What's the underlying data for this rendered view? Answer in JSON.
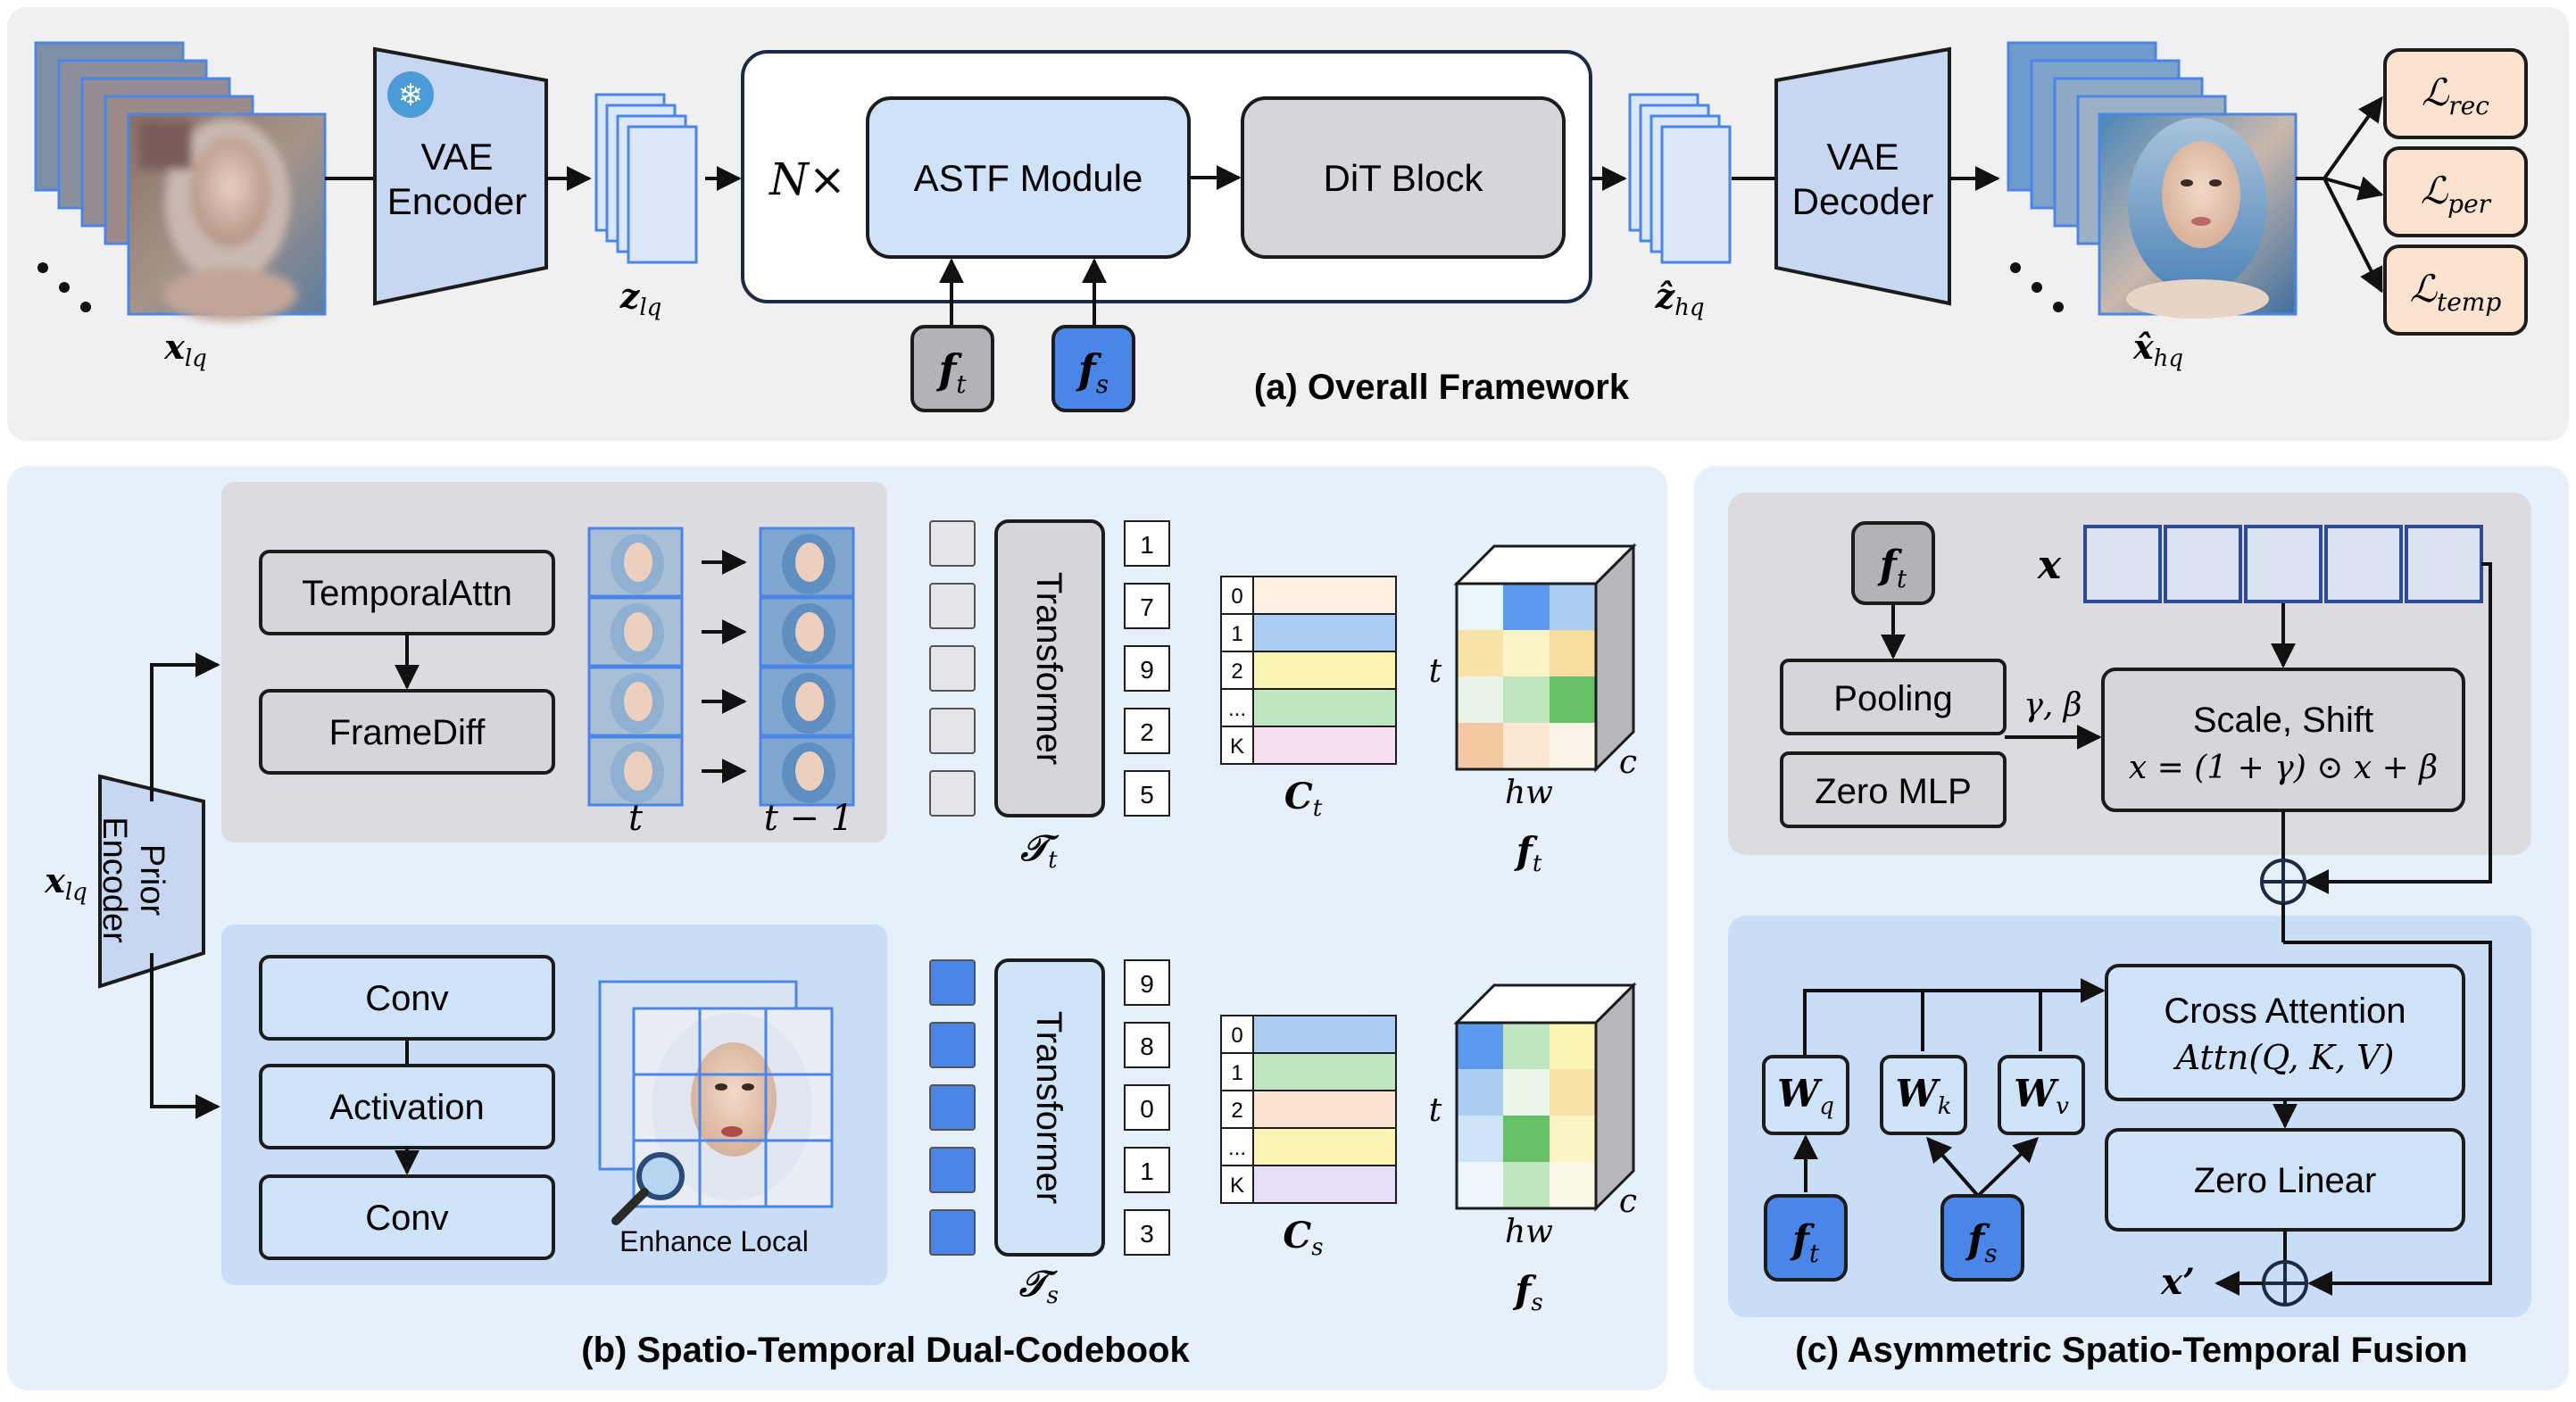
{
  "panels": {
    "a": {
      "caption": "(a) Overall Framework",
      "vae_encoder_line1": "VAE",
      "vae_encoder_line2": "Encoder",
      "vae_decoder_line1": "VAE",
      "vae_decoder_line2": "Decoder",
      "n_times": "N×",
      "astf_module": "ASTF Module",
      "dit_block": "DiT Block",
      "x_lq": "x",
      "x_lq_sub": "lq",
      "z_lq": "z",
      "z_lq_sub": "lq",
      "z_hq": "ẑ",
      "z_hq_sub": "hq",
      "x_hq": "x̂",
      "x_hq_sub": "hq",
      "f_t": "f",
      "f_t_sub": "t",
      "f_s": "f",
      "f_s_sub": "s",
      "losses": [
        {
          "main": "ℒ",
          "sub": "rec"
        },
        {
          "main": "ℒ",
          "sub": "per"
        },
        {
          "main": "ℒ",
          "sub": "temp"
        }
      ],
      "snowflake": "❄"
    },
    "b": {
      "caption": "(b) Spatio-Temporal Dual-Codebook",
      "prior_encoder_line1": "Prior",
      "prior_encoder_line2": "Encoder",
      "x_lq": "x",
      "x_lq_sub": "lq",
      "temporal_attn": "TemporalAttn",
      "frame_diff": "FrameDiff",
      "conv_top": "Conv",
      "activation": "Activation",
      "conv_bottom": "Conv",
      "frame_t": "t",
      "frame_t_minus_1": "t − 1",
      "enhance_local": "Enhance Local",
      "transformer": "Transformer",
      "tau_t": "𝒯",
      "tau_t_sub": "t",
      "tau_s": "𝒯",
      "tau_s_sub": "s",
      "temporal_indices": [
        "1",
        "7",
        "9",
        "2",
        "5"
      ],
      "spatial_indices": [
        "9",
        "8",
        "0",
        "1",
        "3"
      ],
      "codebook_labels": [
        "0",
        "1",
        "2",
        "...",
        "K"
      ],
      "c_t": "C",
      "c_t_sub": "t",
      "c_s": "C",
      "c_s_sub": "s",
      "f_t": "f",
      "f_t_sub": "t",
      "f_s": "f",
      "f_s_sub": "s",
      "axis_t": "t",
      "axis_hw": "hw",
      "axis_c": "c"
    },
    "c": {
      "caption": "(c) Asymmetric Spatio-Temporal Fusion",
      "f_t": "f",
      "f_t_sub": "t",
      "x": "x",
      "pooling": "Pooling",
      "zero_mlp": "Zero MLP",
      "gamma_beta": "γ, β",
      "scale_shift": "Scale, Shift",
      "scale_shift_eq": "x = (1 + γ) ⊙ x + β",
      "cross_attention": "Cross Attention",
      "attn_formula": "Attn(Q, K, V)",
      "zero_linear": "Zero Linear",
      "w_q": "W",
      "w_q_sub": "q",
      "w_k": "W",
      "w_k_sub": "k",
      "w_v": "W",
      "w_v_sub": "v",
      "f_t_bottom": "f",
      "f_t_bottom_sub": "t",
      "f_s_bottom": "f",
      "f_s_bottom_sub": "s",
      "x_prime": "x’"
    }
  },
  "colors": {
    "panel_bg": "#f0f0f2",
    "light_blue_bg": "#e6f0fb",
    "module_blue": "#cfe3f8",
    "vae_blue": "#c7d7f2",
    "gray_box": "#d6d6da",
    "blue_token": "#4a86e8",
    "loss_orange": "#fbe3cf",
    "stroke": "#1c1c1c"
  },
  "codebook_colors": {
    "temporal": [
      "#fdf0e2",
      "#a9cdf3",
      "#fbf4b3",
      "#bfe6bf",
      "#f6dff0"
    ],
    "spatial": [
      "#a9cdf3",
      "#bfe6bf",
      "#fbe3cf",
      "#fbf4b3",
      "#e7defa"
    ]
  },
  "heatmaps": {
    "temporal": [
      [
        "#eaf4fb",
        "#5b9bef",
        "#a9cdf3"
      ],
      [
        "#f9e2a5",
        "#fbf4c4",
        "#f7dca0"
      ],
      [
        "#e8f5e6",
        "#bfe6bf",
        "#66c066"
      ],
      [
        "#f4c8a2",
        "#fbe7d2",
        "#fbf4e8"
      ]
    ],
    "spatial": [
      [
        "#5b9bef",
        "#bfe6bf",
        "#fbf4b3"
      ],
      [
        "#a9cdf3",
        "#eaf6ea",
        "#f9e2a5"
      ],
      [
        "#cfe3f8",
        "#66c066",
        "#fbf4c4"
      ],
      [
        "#eef5fb",
        "#bfe6bf",
        "#fbf8e6"
      ]
    ]
  }
}
